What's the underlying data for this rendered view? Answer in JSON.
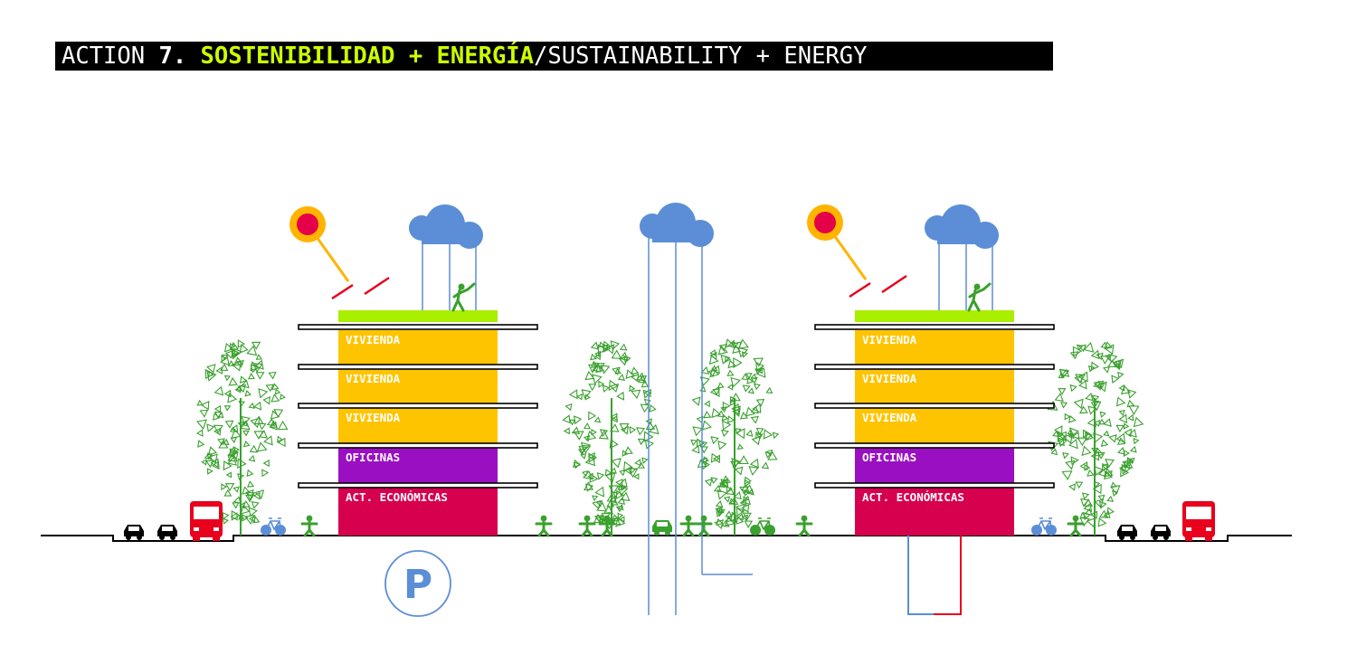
{
  "header": {
    "action_word": "ACTION ",
    "action_number": "7.",
    "title_es": "SOSTENIBILIDAD + ENERGÍA",
    "separator": "/",
    "title_en": "SUSTAINABILITY + ENERGY"
  },
  "buildings": [
    {
      "floors": [
        {
          "label": "VIVIENDA",
          "color": "#ffc400"
        },
        {
          "label": "VIVIENDA",
          "color": "#ffc400"
        },
        {
          "label": "VIVIENDA",
          "color": "#ffc400"
        },
        {
          "label": "OFICINAS",
          "color": "#9b0fc2"
        },
        {
          "label": "ACT. ECONÓMICAS",
          "color": "#d6004f"
        }
      ]
    },
    {
      "floors": [
        {
          "label": "VIVIENDA",
          "color": "#ffc400"
        },
        {
          "label": "VIVIENDA",
          "color": "#ffc400"
        },
        {
          "label": "VIVIENDA",
          "color": "#ffc400"
        },
        {
          "label": "OFICINAS",
          "color": "#9b0fc2"
        },
        {
          "label": "ACT. ECONÓMICAS",
          "color": "#d6004f"
        }
      ]
    }
  ],
  "parking_symbol": "P",
  "icons": [
    "sun-icon",
    "cloud-icon",
    "tree-icon",
    "person-icon",
    "car-icon",
    "bus-icon",
    "bicycle-icon",
    "parking-icon",
    "solar-panel-icon"
  ],
  "colors": {
    "title_bg": "#000000",
    "title_highlight": "#ccff00",
    "green_roof": "#aaee00",
    "housing": "#ffc400",
    "offices": "#9b0fc2",
    "economic": "#d6004f",
    "vegetation": "#3aa02e",
    "water": "#5b8ed6",
    "sun_outer": "#ffb400",
    "sun_inner": "#e5004a",
    "bus": "#e8001c",
    "energy_line": "#e8001c"
  }
}
